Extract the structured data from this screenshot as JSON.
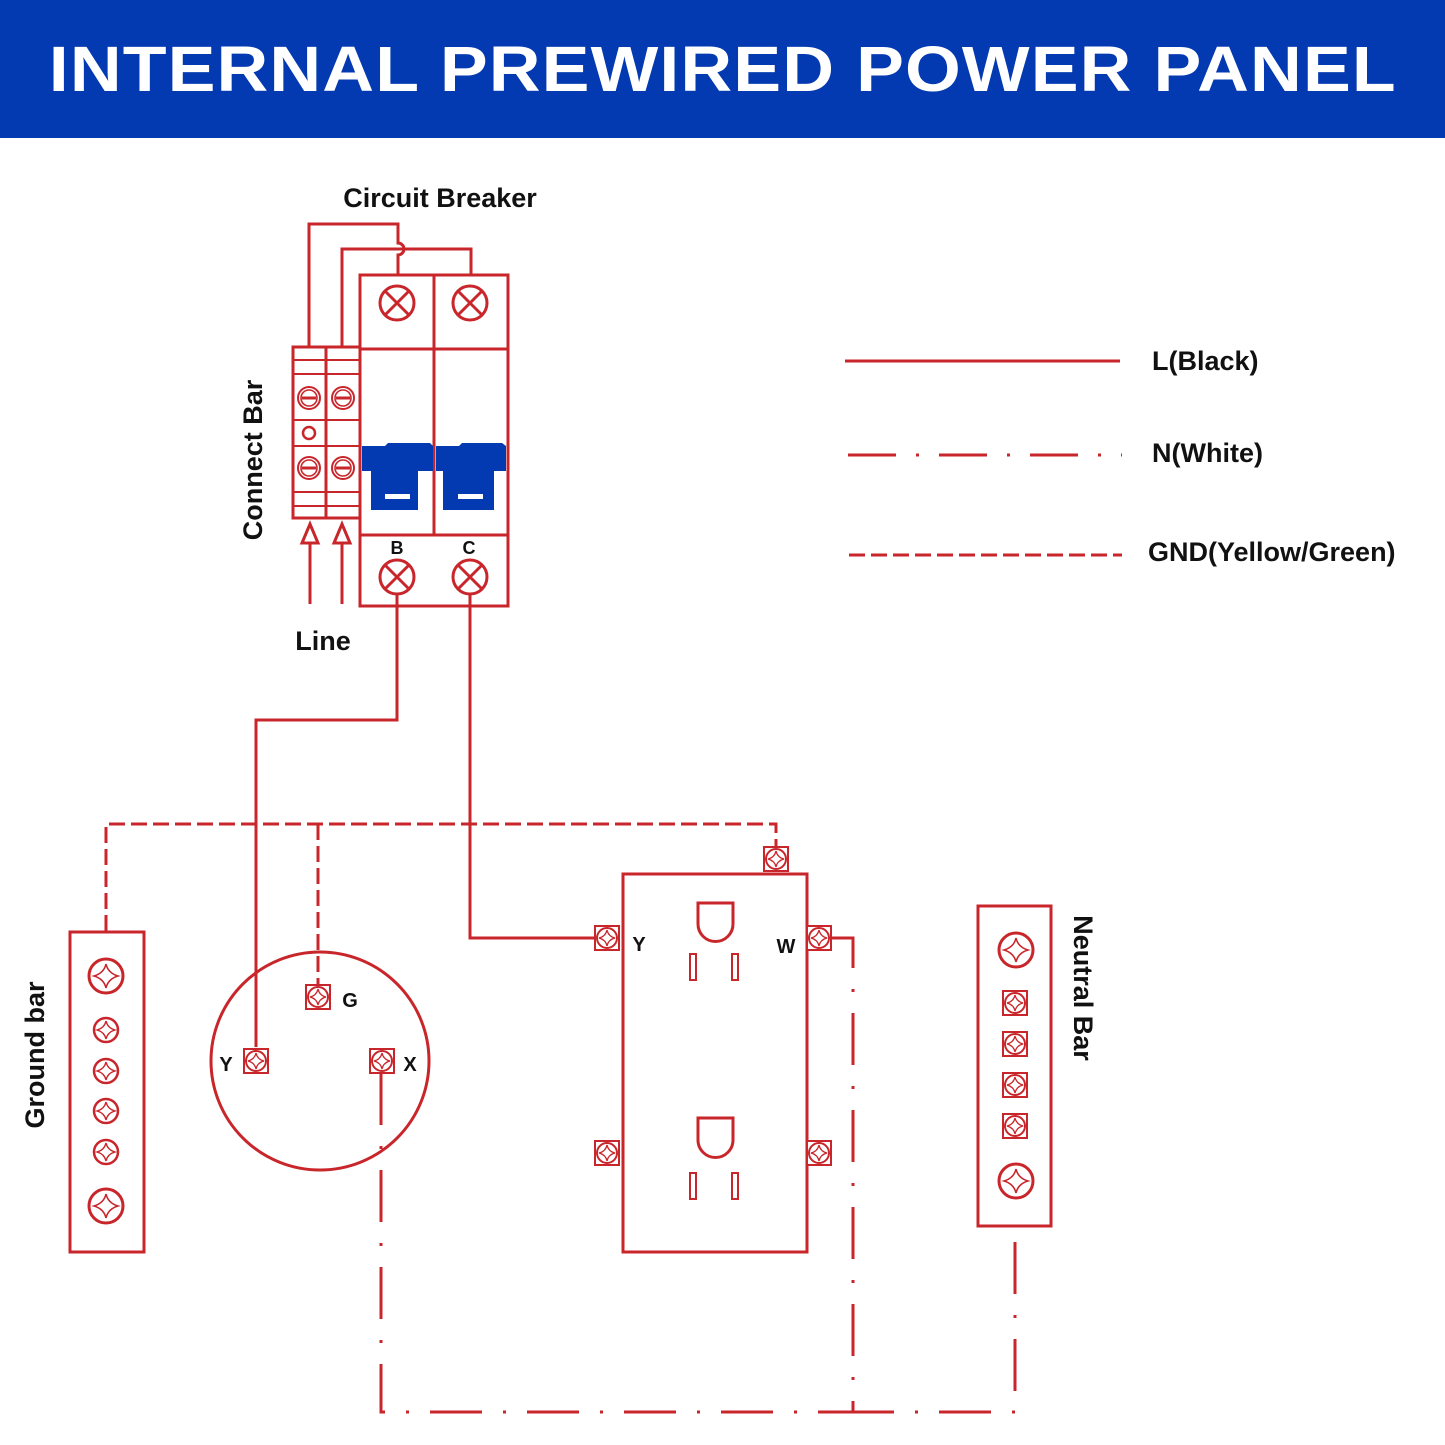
{
  "title": "INTERNAL PREWIRED POWER PANEL",
  "colors": {
    "header_bg": "#0339b1",
    "wire": "#c8262b",
    "breaker_handle": "#0339b1",
    "text": "#111111"
  },
  "labels": {
    "circuit_breaker": "Circuit Breaker",
    "connect_bar": "Connect Bar",
    "line": "Line",
    "breaker_pole_b": "B",
    "breaker_pole_c": "C",
    "ground_bar": "Ground bar",
    "neutral_bar": "Neutral Bar",
    "inlet_y": "Y",
    "inlet_g": "G",
    "inlet_x": "X",
    "outlet_y": "Y",
    "outlet_w": "W"
  },
  "legend": [
    {
      "label": "L(Black)",
      "style": "solid"
    },
    {
      "label": "N(White)",
      "style": "dash-dot"
    },
    {
      "label": "GND(Yellow/Green)",
      "style": "dashed"
    }
  ]
}
